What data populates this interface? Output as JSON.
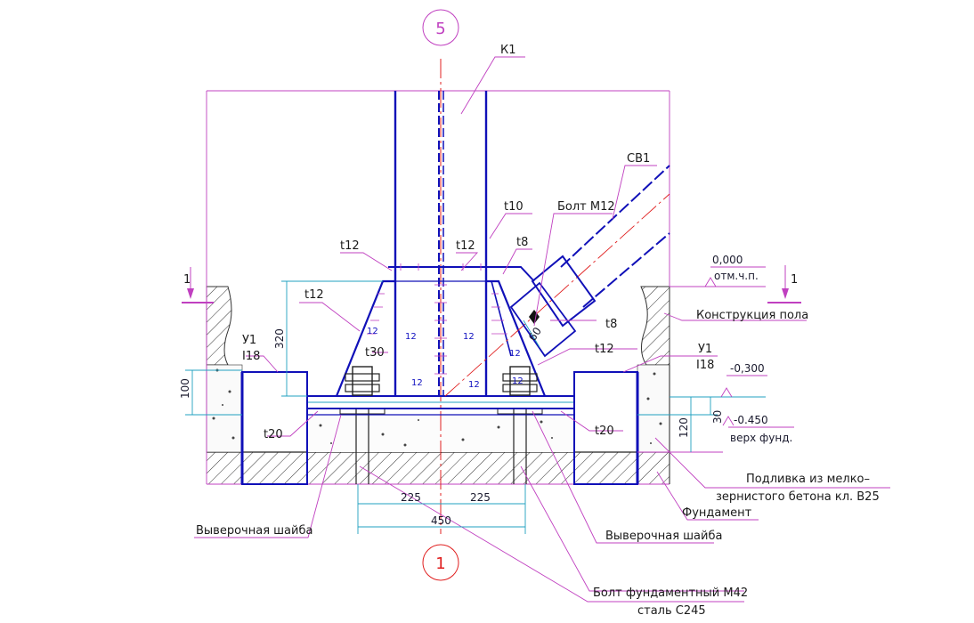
{
  "axes": {
    "top": "5",
    "bottom": "1"
  },
  "labels": {
    "k1": "К1",
    "sv1": "СВ1",
    "bolt_m12": "Болт М12",
    "t10": "t10",
    "t8_top": "t8",
    "t8_right": "t8",
    "t12_left_top": "t12",
    "t12_center_top": "t12",
    "t12_left": "t12",
    "t12_right": "t12",
    "t30": "t30",
    "t20_left": "t20",
    "t20_right": "t20",
    "u1_left": "У1",
    "i18_left": "I18",
    "u1_right": "У1",
    "i18_right": "I18",
    "section_left": "1",
    "section_right": "1",
    "floor_structure": "Конструкция пола",
    "grout_line1": "Подливка из мелко–",
    "grout_line2": "зернистого бетона кл. В25",
    "foundation": "Фундамент",
    "washer_left": "Выверочная шайба",
    "washer_right": "Выверочная шайба",
    "anchor_bolt": "Болт фундаментный М42",
    "steel": "сталь С245"
  },
  "levels": {
    "floor_value": "0,000",
    "floor_note": "отм.ч.п.",
    "mid_value": "-0,300",
    "found_value": "-0.450",
    "found_note": "верх фунд."
  },
  "dimensions": {
    "d320": "320",
    "d100": "100",
    "d120": "120",
    "d30": "30",
    "d60": "60",
    "d225_left": "225",
    "d225_right": "225",
    "d450": "450"
  },
  "welds": [
    "12",
    "12",
    "12",
    "12",
    "12",
    "12",
    "12"
  ]
}
